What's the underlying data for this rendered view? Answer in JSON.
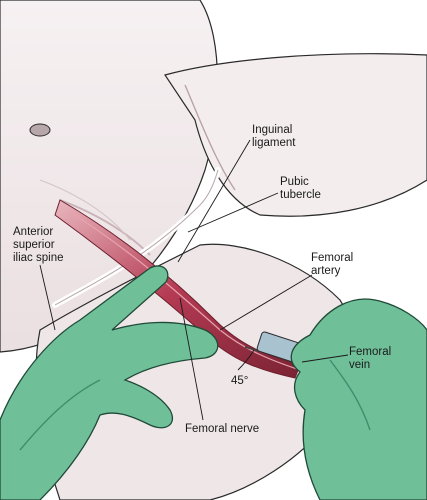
{
  "labels": {
    "inguinal_ligament": "Inguinal\nligament",
    "pubic_tubercle": "Pubic\ntubercle",
    "asis": "Anterior\nsuperior\niliac spine",
    "femoral_artery": "Femoral\nartery",
    "femoral_vein": "Femoral\nvein",
    "angle": "45°",
    "femoral_nerve": "Femoral nerve"
  },
  "colors": {
    "skin": "#f2ebec",
    "skin_shadow": "#d9cacd",
    "glove": "#6fbf98",
    "glove_shadow": "#3f8e6d",
    "artery": "#c4485d",
    "vessel_dark": "#6e1f2c",
    "outline": "#2a2a2a"
  }
}
